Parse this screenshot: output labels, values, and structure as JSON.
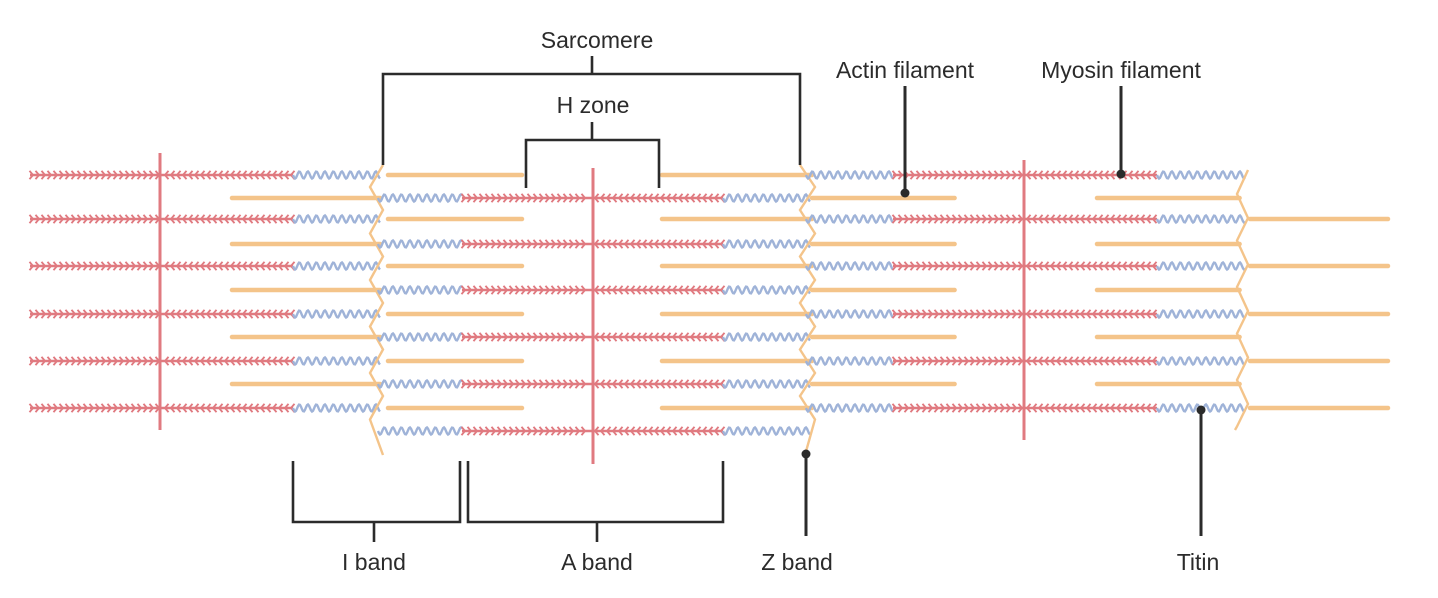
{
  "labels": {
    "sarcomere": "Sarcomere",
    "h_zone": "H zone",
    "actin_filament": "Actin filament",
    "myosin_filament": "Myosin filament",
    "i_band": "I band",
    "a_band": "A band",
    "z_band": "Z band",
    "titin": "Titin"
  },
  "colors": {
    "myosin": "#e07a80",
    "titin": "#9fb3d8",
    "actin": "#f4c48a",
    "ink": "#2b2b2b"
  }
}
